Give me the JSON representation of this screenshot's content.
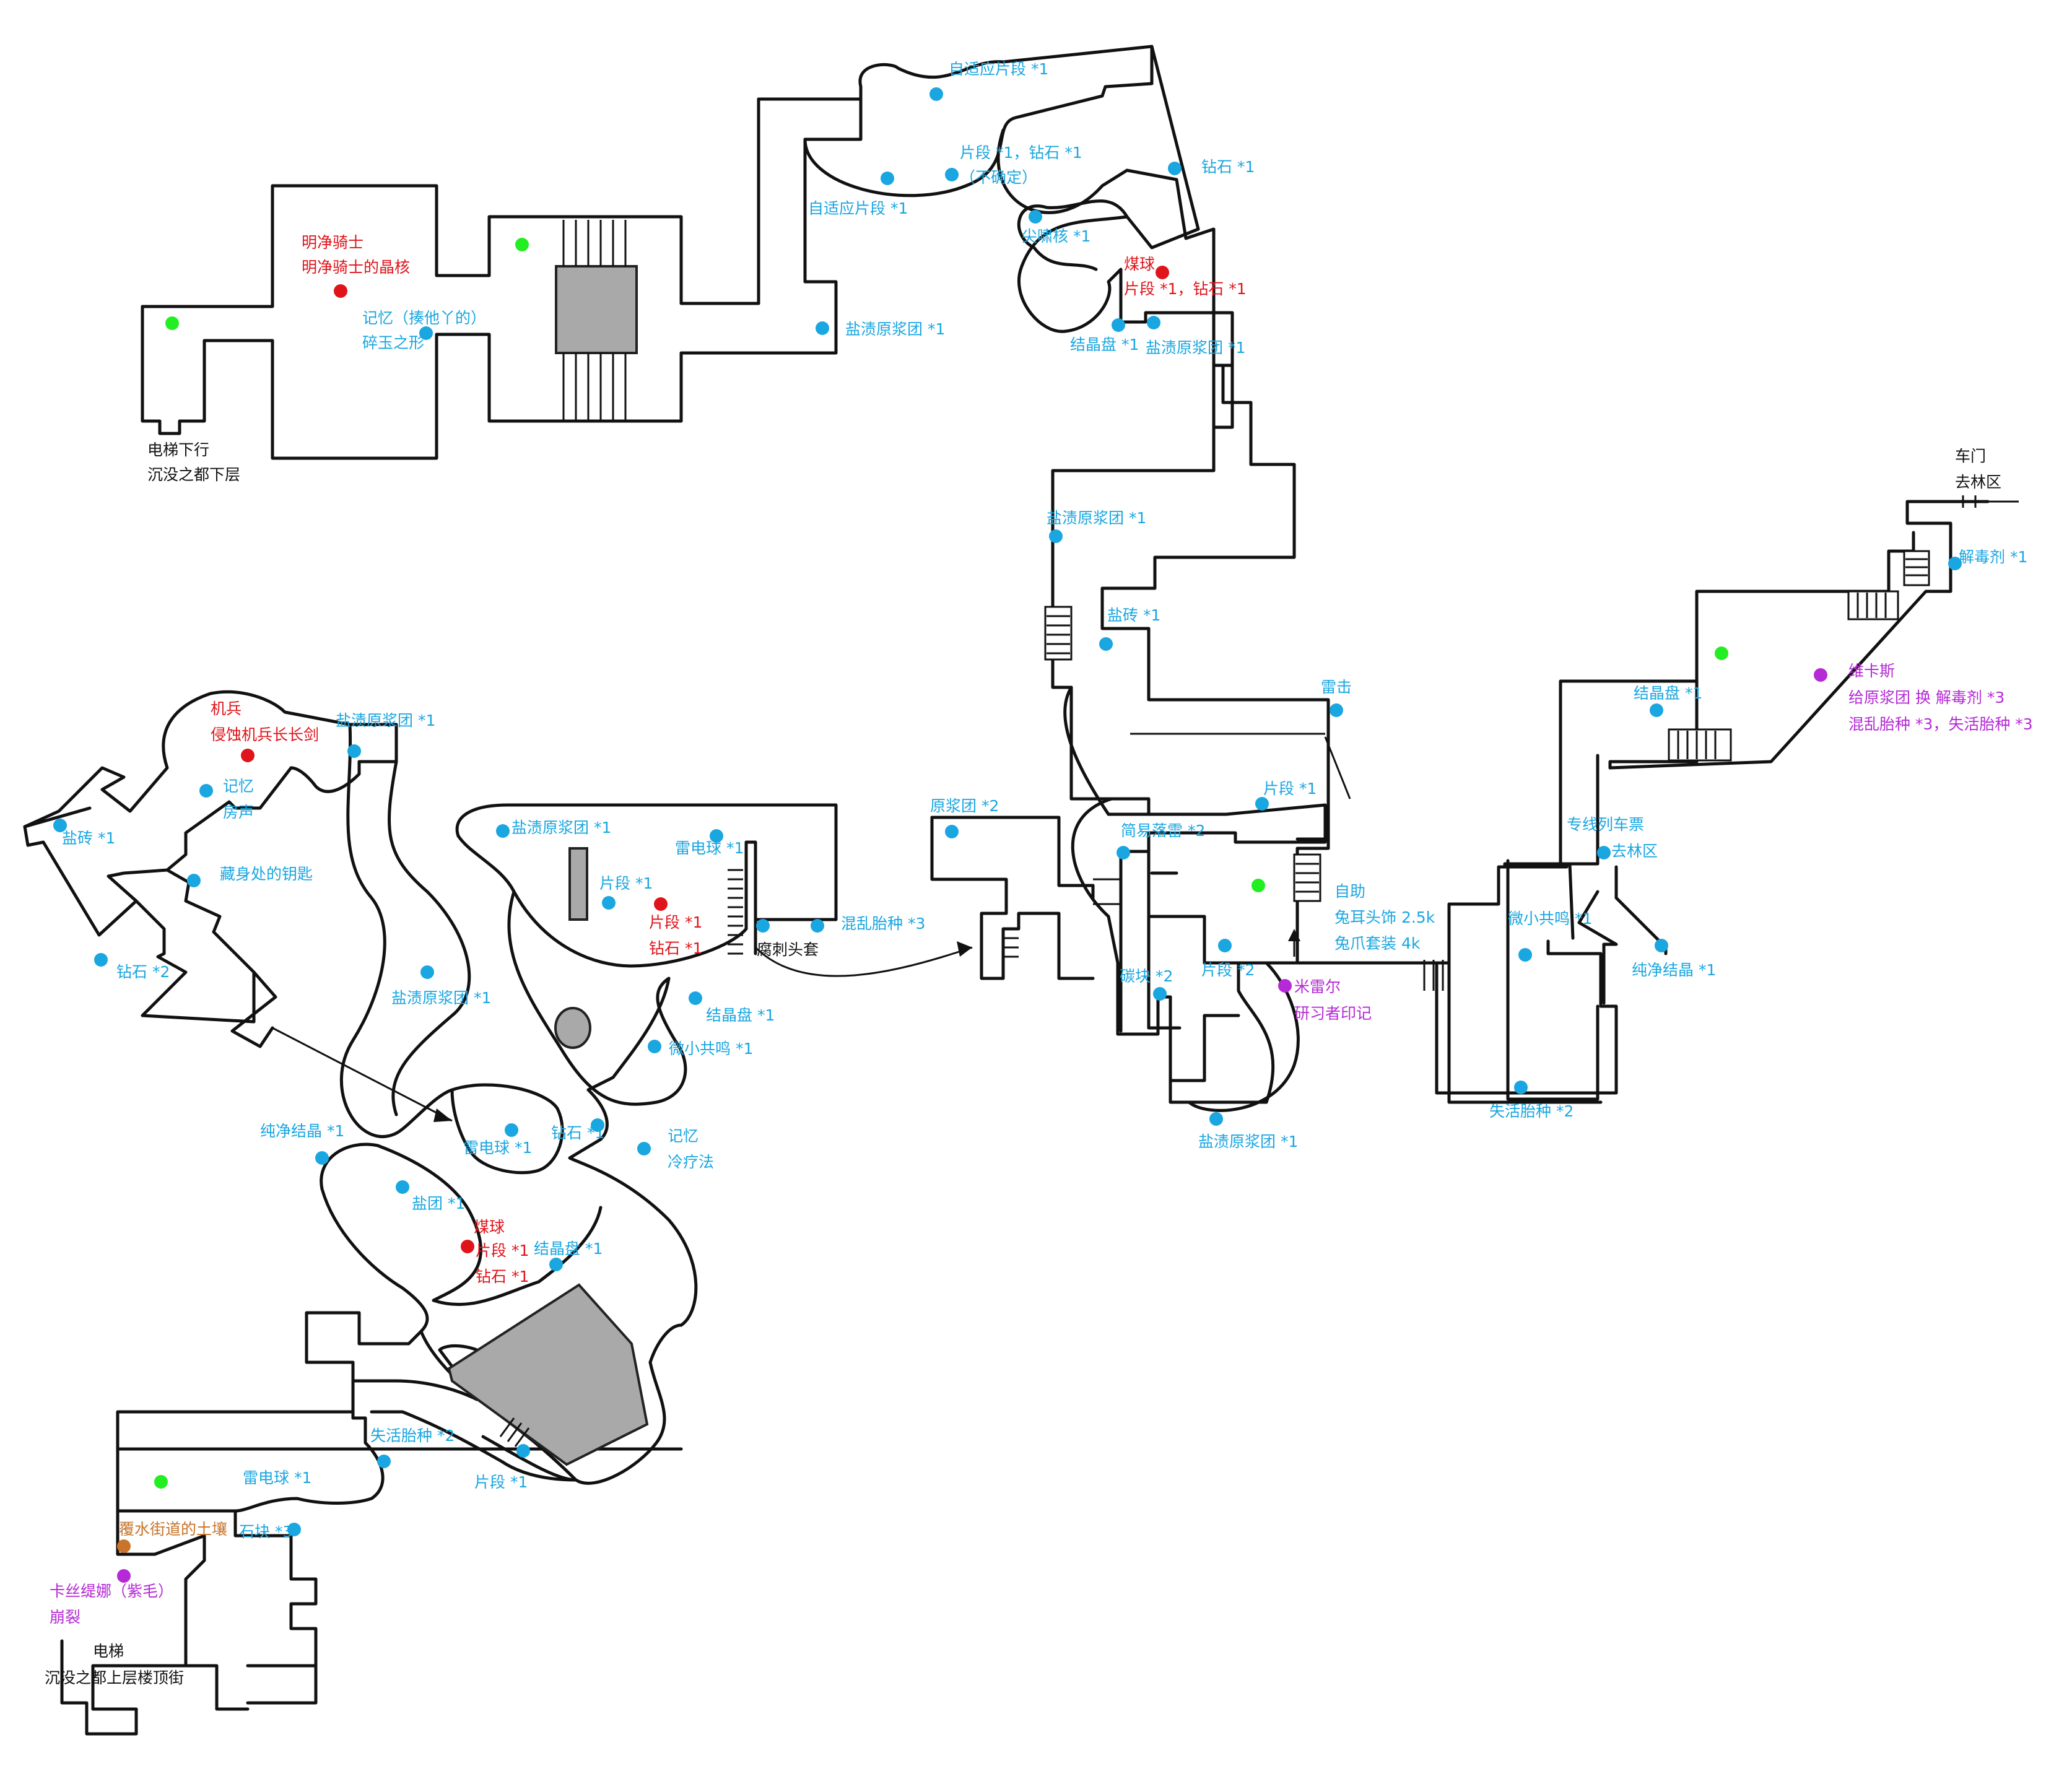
{
  "colors": {
    "item": "#1aa6e0",
    "boss": "#e0141b",
    "npc": "#b52ad6",
    "save": "#22ee22",
    "special": "#c8742a",
    "info": "#111111",
    "label_item": "#1aa6e0",
    "label_boss": "#e0141b",
    "label_npc": "#b52ad6",
    "label_special": "#c8742a",
    "label_info": "#111111"
  },
  "labels": {
    "mingjing_knight": "明净骑士",
    "mingjing_core": "明净骑士的晶核",
    "memory_beat": "记忆（揍他丫的）",
    "jade_shape": "碎玉之形",
    "elevator_down": "电梯下行",
    "sunken_lower": "沉没之都下层",
    "adaptive_1": "自适应片段 *1",
    "fragment_diamond": "片段 *1，钻石 *1",
    "uncertain": "（不确定）",
    "diamond_1a": "钻石 *1",
    "adaptive_2": "自适应片段 *1",
    "howl_core": "尖啸核 *1",
    "coal_ball_1": "煤球",
    "frag_diamond_b": "片段 *1，钻石 *1",
    "salt_plasma_1": "盐渍原浆团 *1",
    "crystal_disc_1": "结晶盘 *1",
    "salt_plasma_2": "盐渍原浆团 *1",
    "salt_plasma_3": "盐渍原浆团 *1",
    "salt_brick_1": "盐砖 *1",
    "thunder": "雷击",
    "fragment_r1": "片段 *1",
    "simple_mine": "简易落雷 *2",
    "self_help": "自助",
    "bunny_ear": "兔耳头饰 2.5k",
    "bunny_claw": "兔爪套装 4k",
    "carbon_block": "碳块 *2",
    "fragment_r2": "片段 *2",
    "milaier": "米雷尔",
    "apprentice_mark": "研习者印记",
    "salt_plasma_4": "盐渍原浆团 *1",
    "original_plasma": "原浆团 *2",
    "tiny_resonance_r": "微小共鸣 *1",
    "pure_crystal_r": "纯净结晶 *1",
    "lost_seed_2": "失活胎种 *2",
    "train_ticket": "专线列车票",
    "to_forest": "去林区",
    "crystal_disc_r": "结晶盘 *1",
    "car_door": "车门",
    "to_forest_top": "去林区",
    "antidote": "解毒剂 *1",
    "vicas": "维卡斯",
    "give_plasma": "给原浆团 换 解毒剂 *3",
    "chaos_seed_trade": "混乱胎种 *3，失活胎种 *3",
    "mech_soldier": "机兵",
    "corroded_sword": "侵蚀机兵长长剑",
    "salt_plasma_5": "盐渍原浆团 *1",
    "memory_2": "记忆",
    "room_voice": "房声",
    "salt_brick_2": "盐砖 *1",
    "hiding_key": "藏身处的钥匙",
    "diamond_2": "钻石 *2",
    "salt_plasma_6": "盐渍原浆团 *1",
    "thunder_ball_1": "雷电球 *1",
    "fragment_l1": "片段 *1",
    "fragment_l2": "片段 *1",
    "diamond_l1": "钻石 *1",
    "chaos_seed": "混乱胎种 *3",
    "rot_helmet": "腐刺头套",
    "salt_plasma_7": "盐渍原浆团 *1",
    "crystal_disc_l": "结晶盘 *1",
    "tiny_resonance_l": "微小共鸣 *1",
    "pure_crystal_l": "纯净结晶 *1",
    "thunder_ball_2": "雷电球 *1",
    "diamond_l2": "钻石 *1",
    "memory_3": "记忆",
    "cold_therapy": "冷疗法",
    "salt_lump": "盐团 *1",
    "coal_ball_2": "煤球",
    "fragment_l3": "片段 *1",
    "diamond_l3": "钻石 *1",
    "crystal_disc_l2": "结晶盘 *1",
    "lost_seed_l": "失活胎种 *2",
    "fragment_l4": "片段 *1",
    "thunder_ball_3": "雷电球 *1",
    "flood_soil": "覆水街道的土壤",
    "stone_block": "石块 *3",
    "kasitina": "卡丝缇娜（紫毛）",
    "collapse": "崩裂",
    "elevator": "电梯",
    "sunken_upper": "沉没之都上层楼顶街"
  }
}
